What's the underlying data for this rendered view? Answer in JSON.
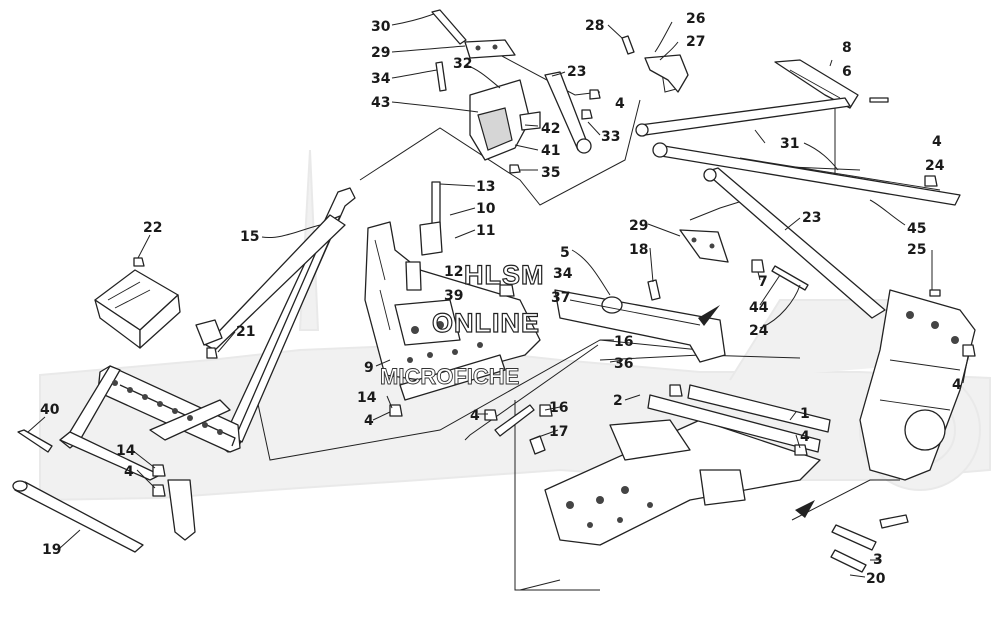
{
  "callouts": [
    {
      "id": "c30",
      "text": "30"
    },
    {
      "id": "c29a",
      "text": "29"
    },
    {
      "id": "c34a",
      "text": "34"
    },
    {
      "id": "c32",
      "text": "32"
    },
    {
      "id": "c43",
      "text": "43"
    },
    {
      "id": "c28",
      "text": "28"
    },
    {
      "id": "c26",
      "text": "26"
    },
    {
      "id": "c27",
      "text": "27"
    },
    {
      "id": "c23a",
      "text": "23"
    },
    {
      "id": "c4a",
      "text": "4"
    },
    {
      "id": "c42",
      "text": "42"
    },
    {
      "id": "c33",
      "text": "33"
    },
    {
      "id": "c41",
      "text": "41"
    },
    {
      "id": "c35",
      "text": "35"
    },
    {
      "id": "c8",
      "text": "8"
    },
    {
      "id": "c6",
      "text": "6"
    },
    {
      "id": "c31",
      "text": "31"
    },
    {
      "id": "c4b",
      "text": "4"
    },
    {
      "id": "c24a",
      "text": "24"
    },
    {
      "id": "c45",
      "text": "45"
    },
    {
      "id": "c25",
      "text": "25"
    },
    {
      "id": "c13",
      "text": "13"
    },
    {
      "id": "c10",
      "text": "10"
    },
    {
      "id": "c11",
      "text": "11"
    },
    {
      "id": "c12",
      "text": "12"
    },
    {
      "id": "c39",
      "text": "39"
    },
    {
      "id": "c22",
      "text": "22"
    },
    {
      "id": "c15",
      "text": "15"
    },
    {
      "id": "c21",
      "text": "21"
    },
    {
      "id": "c29b",
      "text": "29"
    },
    {
      "id": "c18",
      "text": "18"
    },
    {
      "id": "c5",
      "text": "5"
    },
    {
      "id": "c34b",
      "text": "34"
    },
    {
      "id": "c37",
      "text": "37"
    },
    {
      "id": "c23b",
      "text": "23"
    },
    {
      "id": "c7",
      "text": "7"
    },
    {
      "id": "c44",
      "text": "44"
    },
    {
      "id": "c24b",
      "text": "24"
    },
    {
      "id": "c16a",
      "text": "16"
    },
    {
      "id": "c36",
      "text": "36"
    },
    {
      "id": "c9",
      "text": "9"
    },
    {
      "id": "c14a",
      "text": "14"
    },
    {
      "id": "c4c",
      "text": "4"
    },
    {
      "id": "c4d",
      "text": "4"
    },
    {
      "id": "c2",
      "text": "2"
    },
    {
      "id": "c16b",
      "text": "16"
    },
    {
      "id": "c17",
      "text": "17"
    },
    {
      "id": "c1",
      "text": "1"
    },
    {
      "id": "c4e",
      "text": "4"
    },
    {
      "id": "c4f",
      "text": "4"
    },
    {
      "id": "c40",
      "text": "40"
    },
    {
      "id": "c14b",
      "text": "14"
    },
    {
      "id": "c4g",
      "text": "4"
    },
    {
      "id": "c19",
      "text": "19"
    },
    {
      "id": "c3",
      "text": "3"
    },
    {
      "id": "c20",
      "text": "20"
    }
  ],
  "watermark": {
    "line1": "HLSM",
    "line2": "ONLINE",
    "line3": "MICROFICHE"
  }
}
